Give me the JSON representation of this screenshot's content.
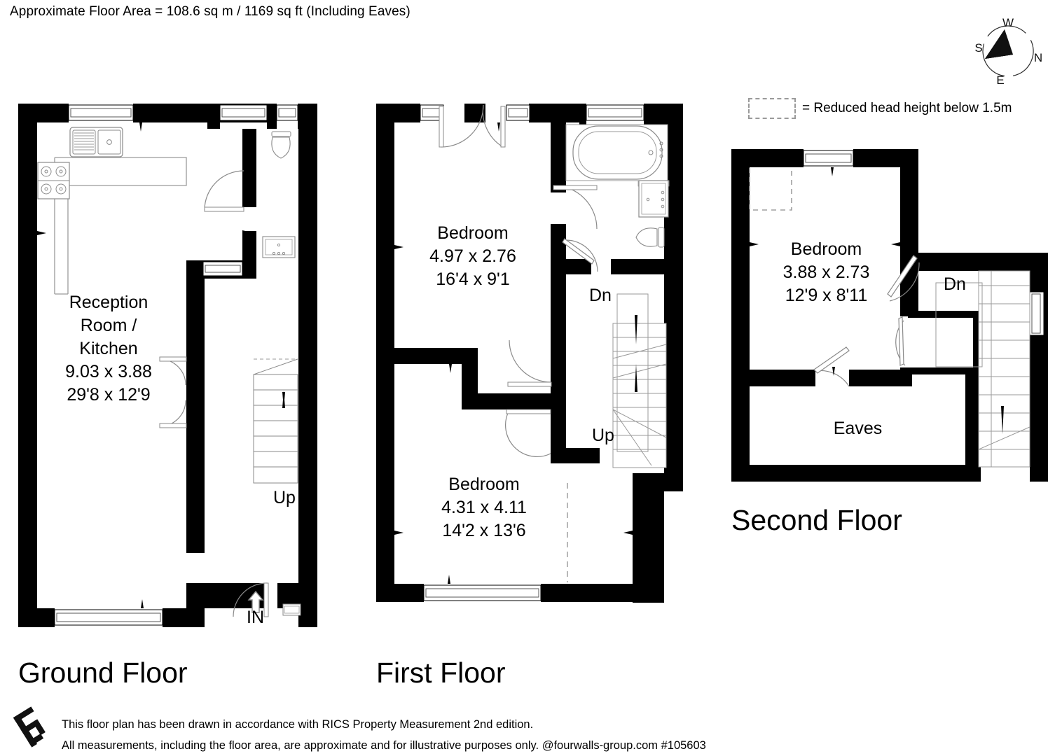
{
  "header": {
    "floor_area_text": "Approximate Floor Area = 108.6 sq m / 1169 sq ft (Including Eaves)"
  },
  "compass": {
    "name": "compass-rose",
    "labels": {
      "top": "W",
      "left": "S",
      "right": "N",
      "bottom": "E"
    }
  },
  "legend": {
    "swatch_style": "dashed-rectangle",
    "text": "= Reduced head height below 1.5m"
  },
  "floors": [
    {
      "id": "ground",
      "title": "Ground Floor",
      "rooms": [
        {
          "name": "Reception Room / Kitchen",
          "name_lines": [
            "Reception",
            "Room /",
            "Kitchen"
          ],
          "dim_metric": "9.03 x 3.88",
          "dim_imperial": "29'8 x 12'9"
        }
      ],
      "annotations": [
        {
          "type": "stair",
          "label": "Up"
        },
        {
          "type": "entrance",
          "label": "IN"
        }
      ],
      "fixtures": [
        "sink",
        "hob",
        "wc-toilet",
        "wc-basin",
        "staircase",
        "entrance-door"
      ]
    },
    {
      "id": "first",
      "title": "First Floor",
      "rooms": [
        {
          "name": "Bedroom",
          "name_lines": [
            "Bedroom"
          ],
          "dim_metric": "4.97 x 2.76",
          "dim_imperial": "16'4 x 9'1"
        },
        {
          "name": "Bedroom",
          "name_lines": [
            "Bedroom"
          ],
          "dim_metric": "4.31 x 4.11",
          "dim_imperial": "14'2 x 13'6"
        }
      ],
      "annotations": [
        {
          "type": "stair",
          "label": "Dn"
        },
        {
          "type": "stair",
          "label": "Up"
        }
      ],
      "fixtures": [
        "bath",
        "basin",
        "toilet",
        "staircase"
      ]
    },
    {
      "id": "second",
      "title": "Second Floor",
      "rooms": [
        {
          "name": "Bedroom",
          "name_lines": [
            "Bedroom"
          ],
          "dim_metric": "3.88 x 2.73",
          "dim_imperial": "12'9 x 8'11"
        },
        {
          "name": "Eaves",
          "name_lines": [
            "Eaves"
          ],
          "dim_metric": "",
          "dim_imperial": ""
        }
      ],
      "annotations": [
        {
          "type": "stair",
          "label": "Dn"
        }
      ],
      "fixtures": [
        "staircase",
        "reduced-head-height-area"
      ]
    }
  ],
  "footer": {
    "logo_name": "fourwalls-logo",
    "lines": [
      "This floor plan has been drawn in accordance with RICS Property Measurement 2nd edition.",
      "All measurements, including the floor area, are approximate and for illustrative purposes only. @fourwalls-group.com #105603"
    ]
  },
  "colors": {
    "wall": "#000000",
    "background": "#ffffff",
    "fixture_line": "#7a7a7a",
    "dashed": "#9a9a9a"
  }
}
